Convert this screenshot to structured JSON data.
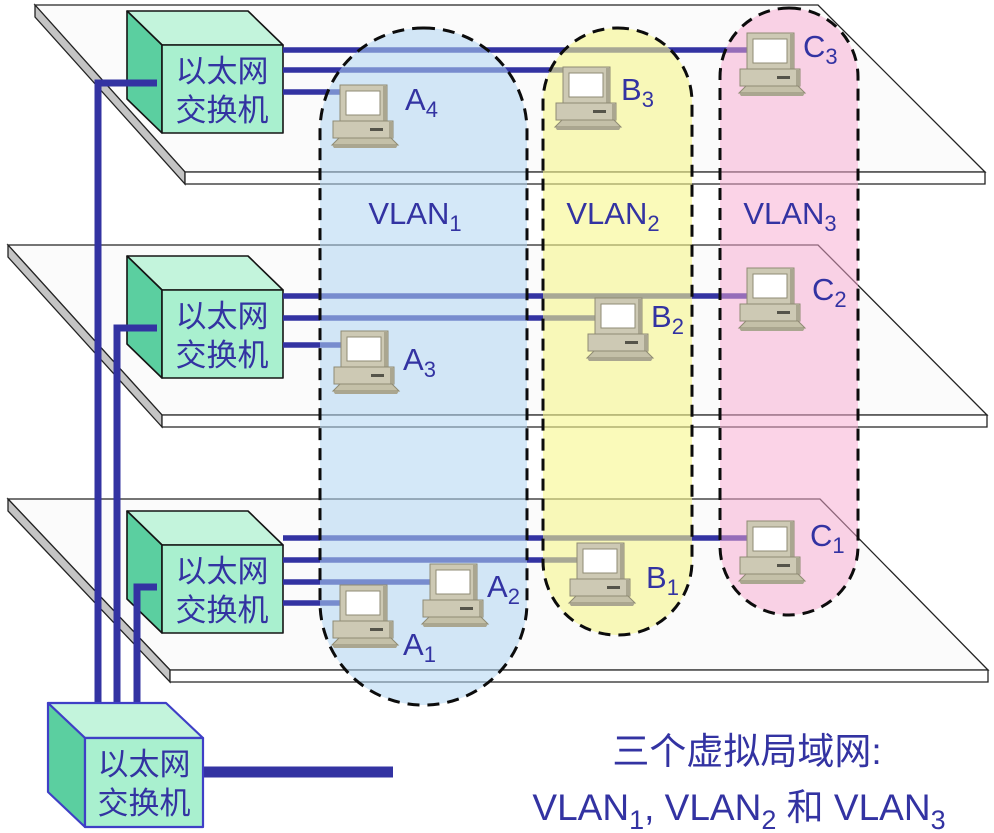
{
  "colors": {
    "line": "#3333a2",
    "text": "#3333a2",
    "switch_top": "#c3f4dc",
    "switch_left": "#5bcfa0",
    "switch_front": "#a9f0cf",
    "switch4_outline": "#3f3fc6",
    "vlan1_fill": "rgba(176,213,242,0.55)",
    "vlan2_fill": "rgba(246,246,140,0.60)",
    "vlan3_fill": "rgba(247,168,208,0.50)",
    "pc_body": "#cdc9b4",
    "pc_body2": "#c4c0a8",
    "pc_screen": "#ffffff"
  },
  "switches": [
    {
      "line1": "以太网",
      "line2": "交换机"
    },
    {
      "line1": "以太网",
      "line2": "交换机"
    },
    {
      "line1": "以太网",
      "line2": "交换机"
    },
    {
      "line1": "以太网",
      "line2": "交换机"
    }
  ],
  "vlans": {
    "v1": {
      "label": "VLAN",
      "sub": "1"
    },
    "v2": {
      "label": "VLAN",
      "sub": "2"
    },
    "v3": {
      "label": "VLAN",
      "sub": "3"
    }
  },
  "computers": {
    "a1": {
      "base": "A",
      "sub": "1"
    },
    "a2": {
      "base": "A",
      "sub": "2"
    },
    "a3": {
      "base": "A",
      "sub": "3"
    },
    "a4": {
      "base": "A",
      "sub": "4"
    },
    "b1": {
      "base": "B",
      "sub": "1"
    },
    "b2": {
      "base": "B",
      "sub": "2"
    },
    "b3": {
      "base": "B",
      "sub": "3"
    },
    "c1": {
      "base": "C",
      "sub": "1"
    },
    "c2": {
      "base": "C",
      "sub": "2"
    },
    "c3": {
      "base": "C",
      "sub": "3"
    }
  },
  "caption": {
    "line1": "三个虚拟局域网:",
    "v": "VLAN",
    "s1": "1",
    "sep1": ", VLAN",
    "s2": "2",
    "sep2": " 和 VLAN",
    "s3": "3"
  }
}
